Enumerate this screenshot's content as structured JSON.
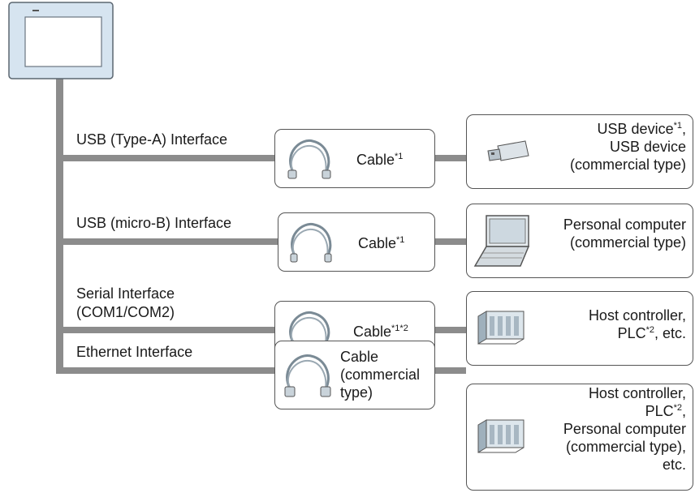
{
  "colors": {
    "wire": "#8c8c8c",
    "box_border": "#555555",
    "panel_fill": "#d6e4f0",
    "panel_border": "#5b6670"
  },
  "interfaces": [
    {
      "label": "USB (Type-A) Interface",
      "cable": {
        "text": "Cable",
        "sup": "*1",
        "icon": "usb-cable-icon"
      },
      "device": {
        "icon": "usb-stick-icon",
        "lines": [
          {
            "text": "USB device",
            "sup": "*1",
            "after": ","
          },
          {
            "text": "USB device"
          },
          {
            "text": "(commercial type)"
          }
        ]
      }
    },
    {
      "label": "USB (micro-B) Interface",
      "cable": {
        "text": "Cable",
        "sup": "*1",
        "icon": "usb-cable-icon"
      },
      "device": {
        "icon": "laptop-icon",
        "lines": [
          {
            "text": "Personal computer"
          },
          {
            "text": "(commercial type)"
          }
        ]
      }
    },
    {
      "label": "Serial Interface",
      "label2": "(COM1/COM2)",
      "cable": {
        "text": "Cable",
        "sup": "*1*2",
        "icon": "serial-cable-icon"
      },
      "device": {
        "icon": "plc-icon",
        "lines": [
          {
            "text": "Host controller,"
          },
          {
            "text": "PLC",
            "sup": "*2",
            "after": ", etc."
          }
        ]
      }
    },
    {
      "label": "Ethernet Interface",
      "cable": {
        "text": "Cable",
        "text2": "(commercial",
        "text3": "type)",
        "icon": "ethernet-cable-icon"
      },
      "device": {
        "icon": "plc-icon",
        "lines": [
          {
            "text": "Host controller,"
          },
          {
            "text": "PLC",
            "sup": "*2",
            "after": ","
          },
          {
            "text": "Personal computer"
          },
          {
            "text": "(commercial type),"
          },
          {
            "text": "etc."
          }
        ]
      }
    }
  ]
}
